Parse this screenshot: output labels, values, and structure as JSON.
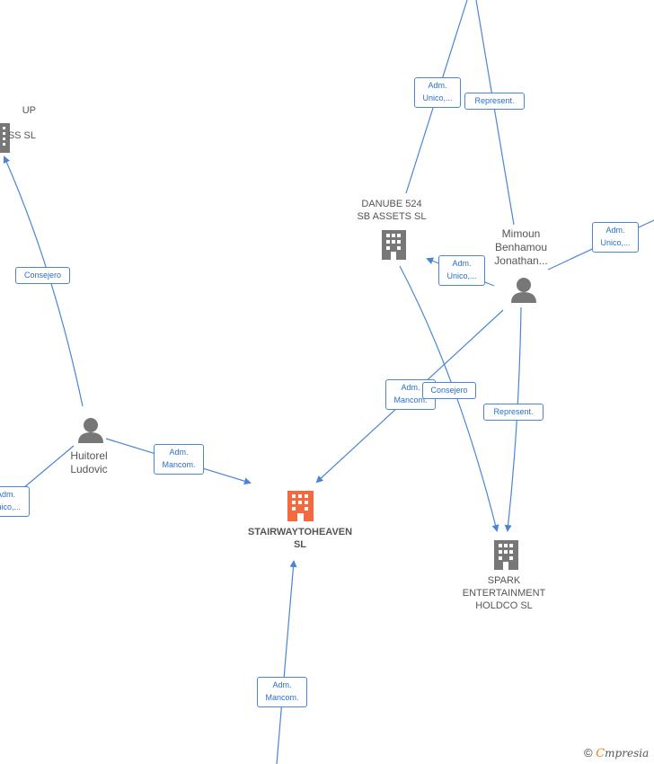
{
  "nodes": {
    "group_company": {
      "label_line1": "UP",
      "label_line2": "SS  SL"
    },
    "danube": {
      "label": "DANUBE 524\nSB ASSETS  SL"
    },
    "mimoun": {
      "label": "Mimoun\nBenhamou\nJonathan..."
    },
    "huitorel": {
      "label": "Huitorel\nLudovic"
    },
    "stairway": {
      "label": "STAIRWAYTOHEAVEN\nSL"
    },
    "spark": {
      "label": "SPARK\nENTERTAINMENT\nHOLDCO  SL"
    }
  },
  "edges": {
    "top_adm_unico": "Adm.\nUnico,...",
    "top_represent": "Represent.",
    "right_adm_unico": "Adm.\nUnico,...",
    "mimoun_danube_adm_unico": "Adm.\nUnico,...",
    "consejero_left": "Consejero",
    "mimoun_stairway_adm_mancom": "Adm.\nMancom.",
    "danube_spark_consejero": "Consejero",
    "mimoun_spark_represent": "Represent.",
    "huitorel_stairway_adm_mancom": "Adm.\nMancom.",
    "left_adm_unico": "Adm.\nUnico,...",
    "bottom_adm_mancom": "Adm.\nMancom."
  },
  "branding": {
    "copyright": "©",
    "e": "C",
    "rest": "mpresia"
  },
  "colors": {
    "edge": "#4a86d4",
    "main_node": "#f26a3d",
    "node": "#777777"
  }
}
